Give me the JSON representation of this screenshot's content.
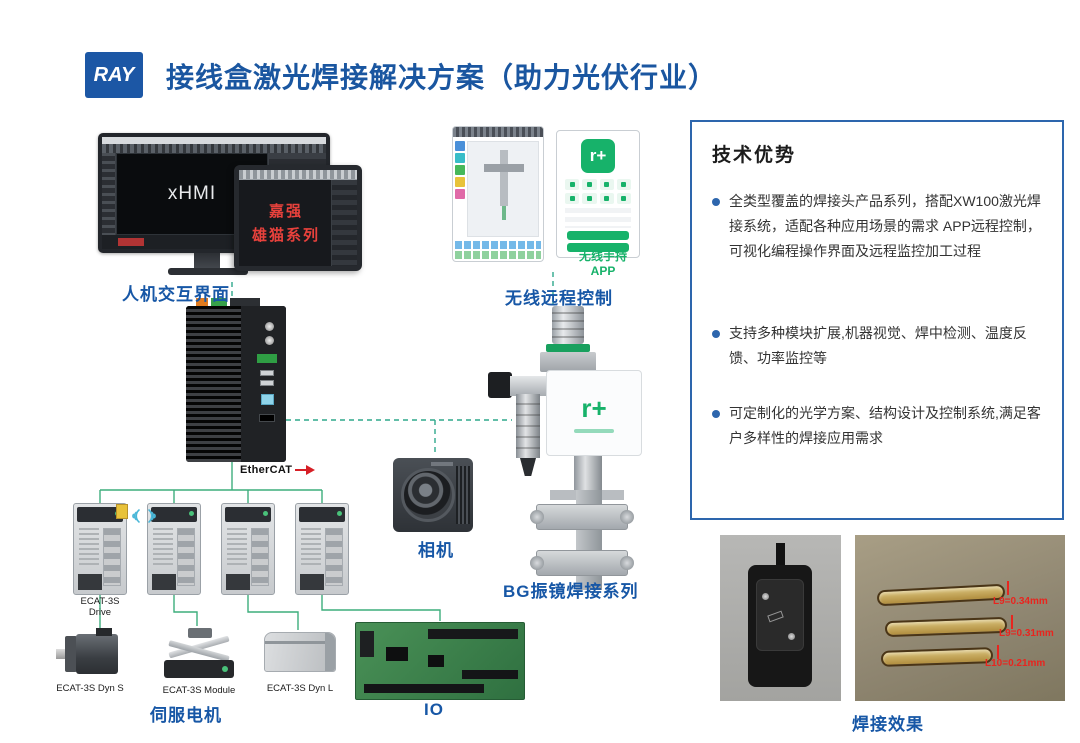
{
  "header": {
    "logo": "RAY",
    "title": "接线盒激光焊接解决方案（助力光伏行业）"
  },
  "hmi": {
    "label": "人机交互界面",
    "monitor_screen_text": "xHMI",
    "tablet_text_1": "嘉强",
    "tablet_text_2": "雄猫系列"
  },
  "wireless": {
    "label": "无线远程控制",
    "caption_line1": "无线手持",
    "caption_line2": "APP",
    "app_logo": "r+"
  },
  "controller": {
    "ethercat": "EtherCAT"
  },
  "drives": {
    "label": "ECAT-3S Drive"
  },
  "servo": {
    "label": "伺服电机",
    "motor_label": "ECAT-3S Dyn S",
    "module_label": "ECAT-3S Module",
    "dynl_label": "ECAT-3S Dyn L"
  },
  "camera": {
    "label": "相机"
  },
  "welding": {
    "label": "BG振镜焊接系列",
    "logo": "r+"
  },
  "io": {
    "label": "IO"
  },
  "advantages": {
    "title": "技术优势",
    "items": [
      "全类型覆盖的焊接头产品系列，搭配XW100激光焊接系统，适配各种应用场景的需求 APP远程控制，可视化编程操作界面及远程监控加工过程",
      "支持多种模块扩展,机器视觉、焊中检测、温度反馈、功率监控等",
      "可定制化的光学方案、结构设计及控制系统,满足客户多样性的焊接应用需求"
    ]
  },
  "weld_result": {
    "label": "焊接效果",
    "measurements": [
      "L9=0.34mm",
      "L9=0.31mm",
      "L10=0.21mm"
    ]
  },
  "colors": {
    "primary_blue": "#1a56a0",
    "app_green": "#17b26a",
    "line_green": "#3dae7c",
    "line_teal": "#2fa98c",
    "annotation_red": "#e8251f"
  }
}
